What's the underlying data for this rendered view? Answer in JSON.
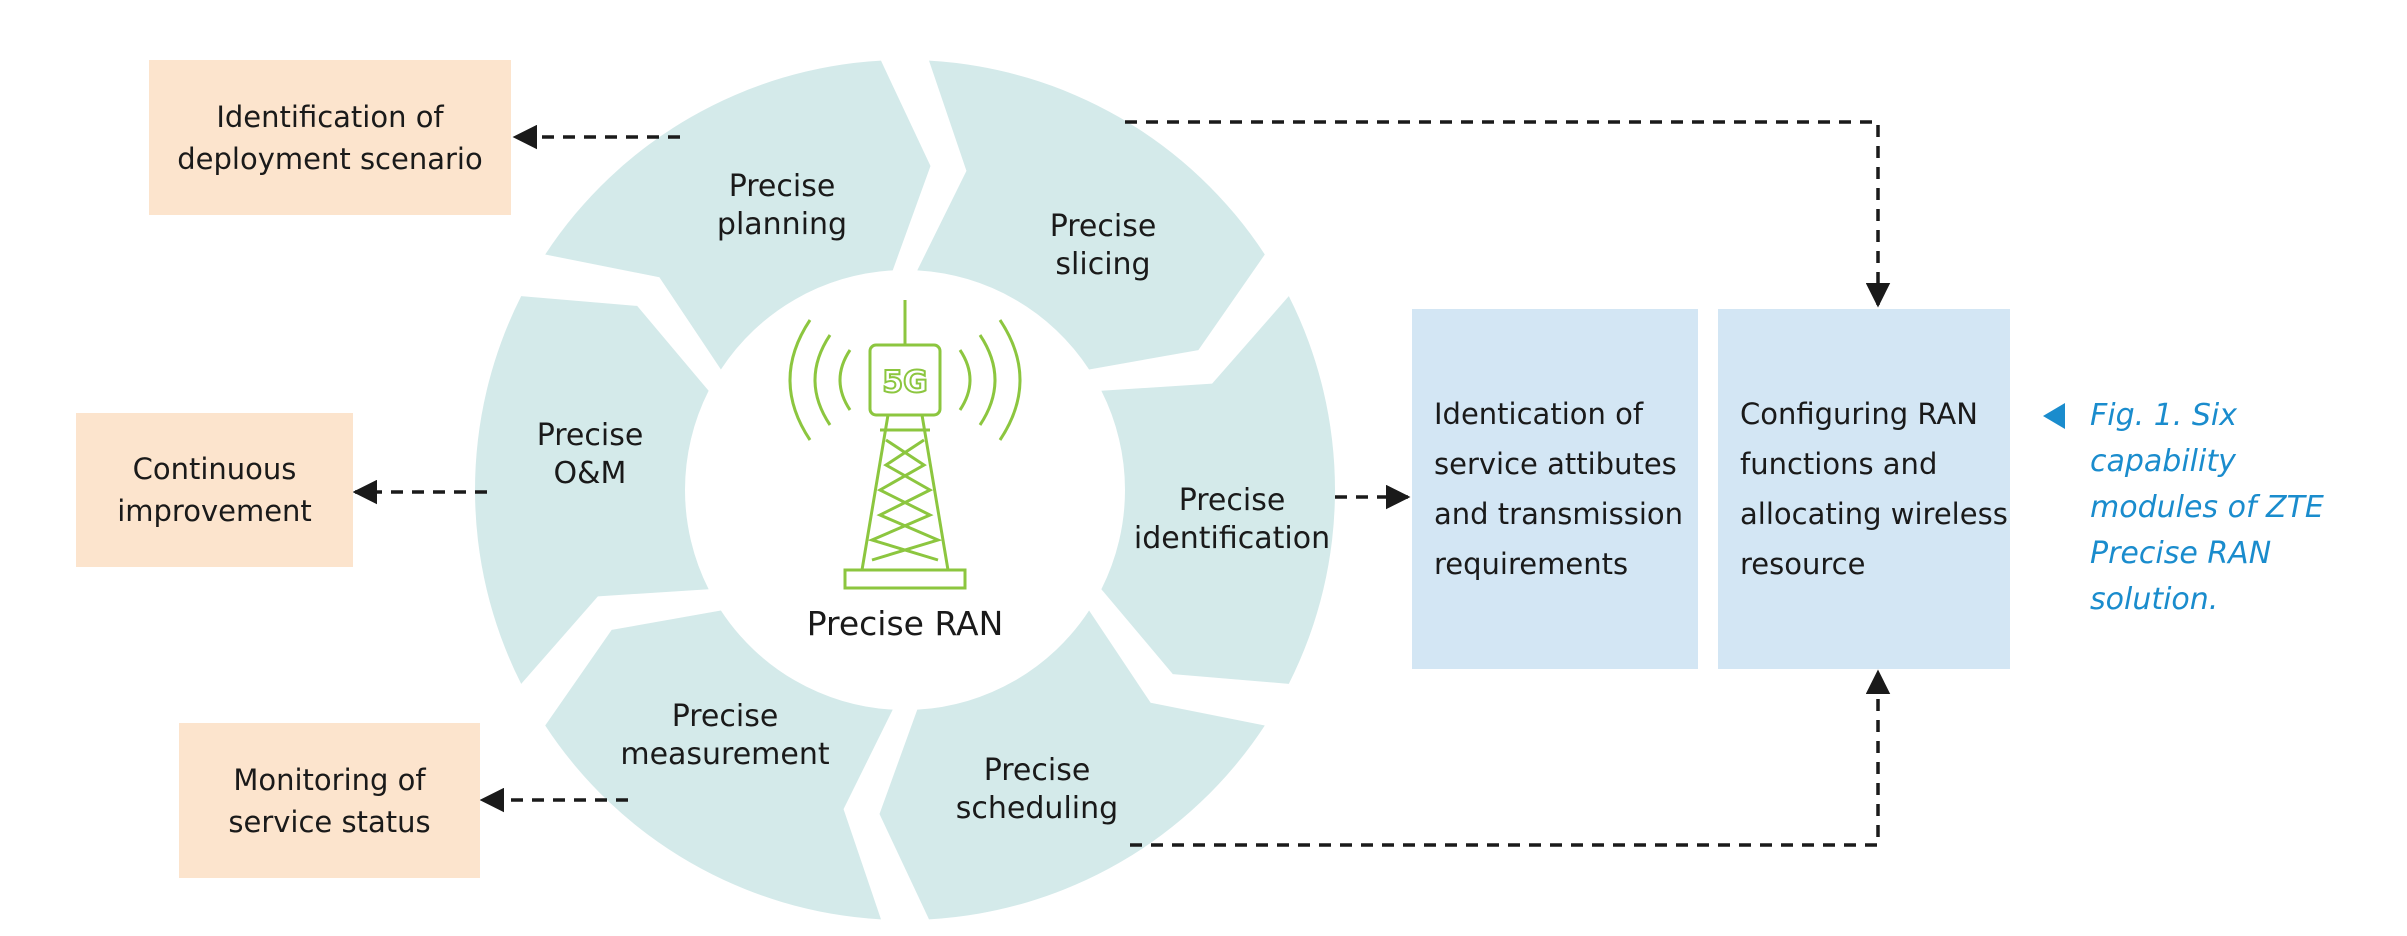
{
  "hub": {
    "label": "Precise RAN",
    "badge": "5G"
  },
  "modules": [
    {
      "id": "planning",
      "lines": [
        "Precise",
        "planning"
      ]
    },
    {
      "id": "slicing",
      "lines": [
        "Precise",
        "slicing"
      ]
    },
    {
      "id": "identification",
      "lines": [
        "Precise",
        "identification"
      ]
    },
    {
      "id": "scheduling",
      "lines": [
        "Precise",
        "scheduling"
      ]
    },
    {
      "id": "measurement",
      "lines": [
        "Precise",
        "measurement"
      ]
    },
    {
      "id": "om",
      "lines": [
        "Precise",
        "O&M"
      ]
    }
  ],
  "outputs": {
    "deployment": "Identification of\ndeployment scenario",
    "improvement": "Continuous\nimprovement",
    "monitoring": "Monitoring of\nservice status",
    "service_attributes": "Identication of\nservice attibutes\nand transmission\nrequirements",
    "configuring": "Configuring RAN\nfunctions and\nallocating wireless\nresource"
  },
  "caption": "Fig. 1. Six capability\nmodules of ZTE\nPrecise RAN solution.",
  "colors": {
    "segment": "#d4eaea",
    "orange_box": "#fce4cd",
    "blue_box": "#d3e6f4",
    "tower": "#8cc63f",
    "caption": "#1a8ccd",
    "arrow": "#1a1a1a"
  }
}
